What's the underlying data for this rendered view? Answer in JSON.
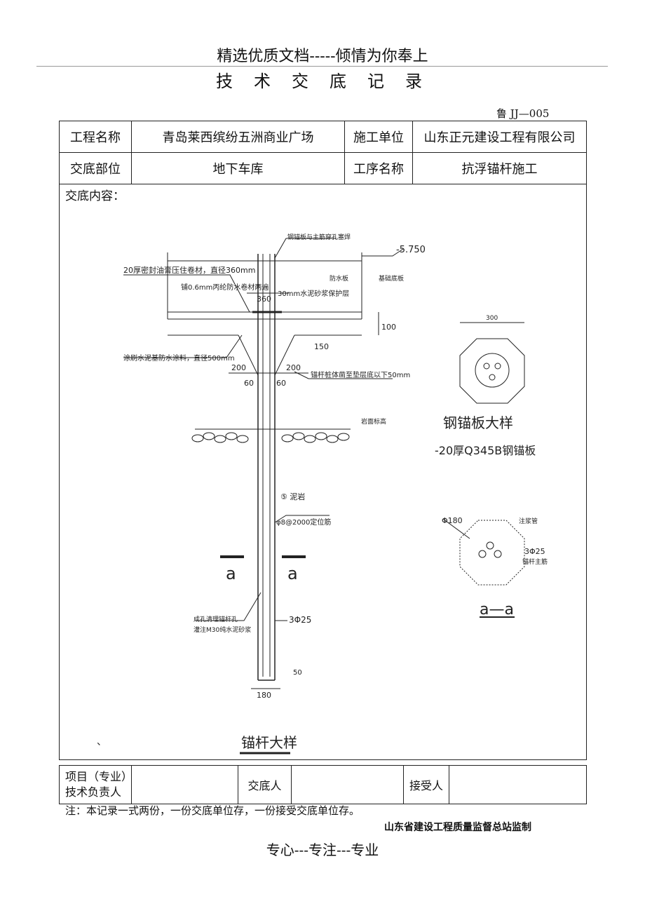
{
  "header": {
    "banner": "精选优质文档-----倾情为你奉上",
    "title": "技术交底记录",
    "form_code": "鲁 JJ—005"
  },
  "info": {
    "project_name_label": "工程名称",
    "project_name": "青岛莱西缤纷五洲商业广场",
    "contractor_label": "施工单位",
    "contractor": "山东正元建设工程有限公司",
    "part_label": "交底部位",
    "part": "地下车库",
    "process_label": "工序名称",
    "process": "抗浮锚杆施工"
  },
  "content": {
    "label": "交底内容：",
    "stray_mark": "、",
    "drawing": {
      "top_callout": "钢锚板与主筋穿孔塞焊",
      "elevation": "-5.750",
      "waterproof_note": "20厚密封油膏压住卷材，直径360mm",
      "layer_note": "铺0.6mm丙纶防水卷材两遍",
      "protect_note": "30mm水泥砂浆保护层",
      "slab_label": "防水板",
      "side_label": "基础底板",
      "dim_360": "360",
      "dim_100": "100",
      "dim_150": "150",
      "coating_note": "涂刷水泥基防水涂料，直径500mm",
      "dim_200_left": "200",
      "dim_200_right": "200",
      "dim_60_left": "60",
      "dim_60_right": "60",
      "rod_note": "锚杆桩体凿至垫层底以下50mm",
      "ground_label": "岩面标高",
      "rock_label": "⑤ 泥岩",
      "locator_note": "φ8@2000定位筋",
      "section_left": "a",
      "section_right": "a",
      "grout_note_1": "成孔清理锚杆孔",
      "grout_note_2": "灌注M30纯水泥砂浆",
      "bars_note": "3Φ25",
      "dim_50": "50",
      "dim_180": "180",
      "anchor_title": "锚杆大样",
      "plate_dim": "300",
      "plate_title": "钢锚板大样",
      "plate_note": "-20厚Q345B钢锚板",
      "section_dia": "Φ180",
      "grout_pipe": "注浆管",
      "section_bars": "3Φ25",
      "main_bar": "锚杆主筋",
      "section_title": "a—a"
    }
  },
  "signatures": {
    "tech_lead_label": "项目（专业）技术负责人",
    "tech_lead_line1": "项目（专业）",
    "tech_lead_line2": "技术负责人",
    "tech_lead_value": "",
    "discloser_label": "交底人",
    "discloser_value": "",
    "receiver_label": "接受人",
    "receiver_value": ""
  },
  "footer": {
    "note": "注：本记录一式两份，一份交底单位存，一份接受交底单位存。",
    "issuer": "山东省建设工程质量监督总站监制",
    "slogan": "专心---专注---专业"
  }
}
